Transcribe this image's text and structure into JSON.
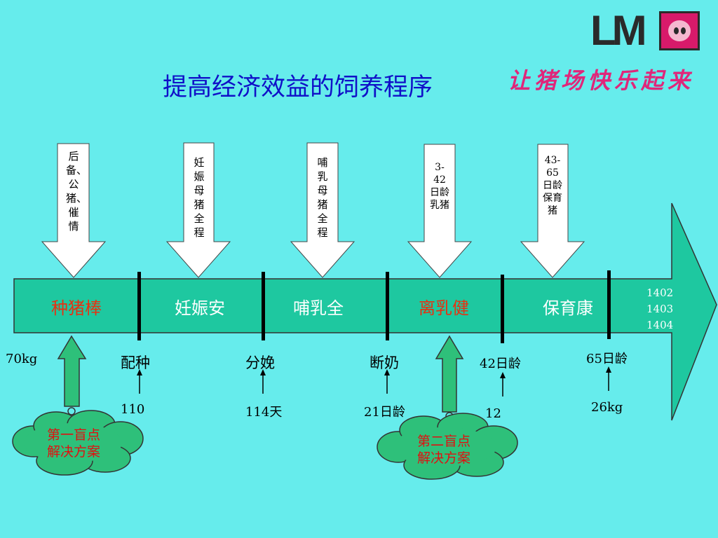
{
  "logo": {
    "text": "LM",
    "icon": "pig-face-icon",
    "slogan": "让猪场快乐起来"
  },
  "title": "提高经济效益的饲养程序",
  "colors": {
    "band": "#1ec8a0",
    "phase_red": "#e83010",
    "phase_white": "#ffffff",
    "title": "#1010c8",
    "slogan": "#e0267a"
  },
  "phases": [
    {
      "label": "种猪棒",
      "color": "red"
    },
    {
      "label": "妊娠安",
      "color": "white"
    },
    {
      "label": "哺乳全",
      "color": "white"
    },
    {
      "label": "离乳健",
      "color": "red"
    },
    {
      "label": "保育康",
      "color": "white"
    }
  ],
  "down_arrows": [
    {
      "text": "后备、公猪、催情"
    },
    {
      "text": "妊娠母猪全程"
    },
    {
      "text": "哺乳母猪全程"
    },
    {
      "text": "3-42日龄乳猪"
    },
    {
      "text": "43-65日龄保育猪"
    }
  ],
  "years": [
    "1402",
    "1403",
    "1404"
  ],
  "milestones": [
    {
      "label": "70kg"
    },
    {
      "label": "配种",
      "value": "110"
    },
    {
      "label": "分娩",
      "value": "114天"
    },
    {
      "label": "断奶",
      "value": "21日龄"
    },
    {
      "label": "42日龄",
      "value": "12"
    },
    {
      "label": "65日龄",
      "value": "26kg"
    }
  ],
  "clouds": [
    {
      "line1": "第一盲点",
      "line2": "解决方案"
    },
    {
      "line1": "第二盲点",
      "line2": "解决方案"
    }
  ]
}
